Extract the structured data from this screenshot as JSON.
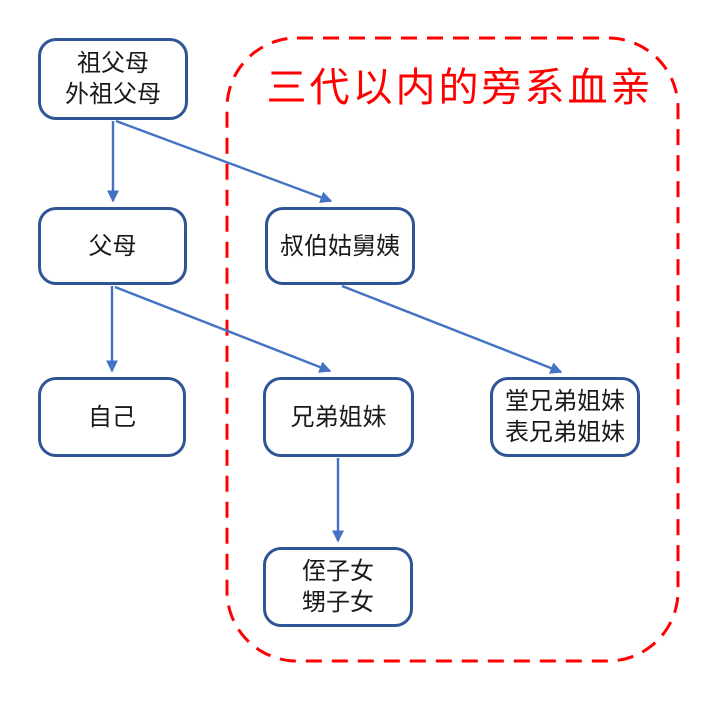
{
  "diagram": {
    "type": "flowchart-family-tree",
    "group": {
      "title": "三代以内的旁系血亲",
      "border_style": "dashed-rounded-rectangle",
      "border_color": "#FF0000",
      "contains": [
        "uncles-aunts",
        "siblings",
        "cousins",
        "nephews-nieces"
      ]
    },
    "nodes": [
      {
        "id": "grandparents",
        "lines": [
          "祖父母",
          "外祖父母"
        ]
      },
      {
        "id": "parents",
        "lines": [
          "父母"
        ]
      },
      {
        "id": "uncles-aunts",
        "lines": [
          "叔伯姑舅姨"
        ]
      },
      {
        "id": "self",
        "lines": [
          "自己"
        ]
      },
      {
        "id": "siblings",
        "lines": [
          "兄弟姐妹"
        ]
      },
      {
        "id": "cousins",
        "lines": [
          "堂兄弟姐妹",
          "表兄弟姐妹"
        ]
      },
      {
        "id": "nephews-nieces",
        "lines": [
          "侄子女",
          "甥子女"
        ]
      }
    ],
    "edges": [
      {
        "from": "grandparents",
        "to": "parents"
      },
      {
        "from": "grandparents",
        "to": "uncles-aunts"
      },
      {
        "from": "parents",
        "to": "self"
      },
      {
        "from": "parents",
        "to": "siblings"
      },
      {
        "from": "uncles-aunts",
        "to": "cousins"
      },
      {
        "from": "siblings",
        "to": "nephews-nieces"
      }
    ],
    "colors": {
      "node_border": "#2F5597",
      "node_fill": "#FFFFFF",
      "arrow": "#4472C4",
      "group_border": "#FF0000",
      "title_text": "#FF0000",
      "node_text": "#1A1A1A",
      "background": "#FFFFFF"
    }
  }
}
